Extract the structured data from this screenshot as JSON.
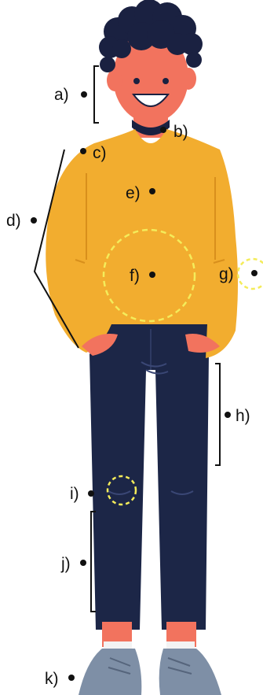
{
  "diagram": {
    "labels": [
      "a)",
      "b)",
      "c)",
      "d)",
      "e)",
      "f)",
      "g)",
      "h)",
      "i)",
      "j)",
      "k)"
    ]
  },
  "colors": {
    "skin": "#f2735e",
    "hair": "#1a2141",
    "sweater": "#f2ad2f",
    "sweater_shadow": "#d88f1c",
    "jeans": "#1c2647",
    "shoes": "#7e8fa6",
    "highlight_circle": "#f4ec5a",
    "marker": "#111111"
  }
}
